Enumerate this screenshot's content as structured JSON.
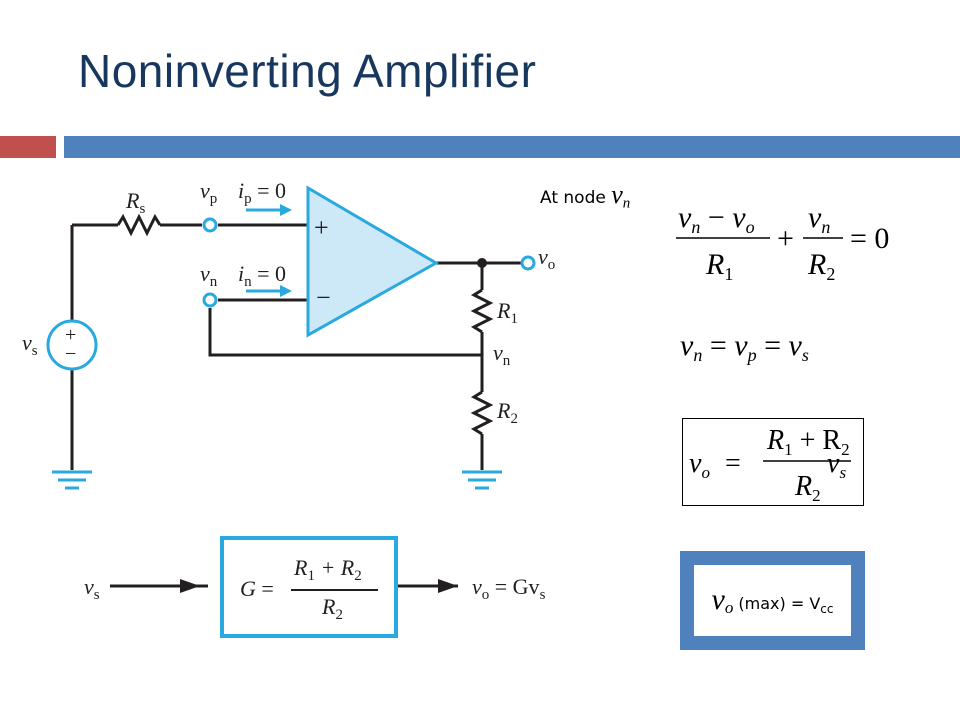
{
  "slide": {
    "title": "Noninverting Amplifier",
    "accent_red": "#c0504d",
    "accent_blue": "#4f81bd",
    "title_color": "#17375e"
  },
  "circuit": {
    "rs_label": "R",
    "rs_sub": "s",
    "vp_label": "v",
    "vp_sub": "p",
    "ip_label": "i",
    "ip_sub": "p",
    "ip_val": " = 0",
    "vn_label": "v",
    "vn_sub": "n",
    "in_label": "i",
    "in_sub": "n",
    "in_val": " = 0",
    "plus_sign": "+",
    "minus_sign": "−",
    "vs_label": "v",
    "vs_sub": "s",
    "source_plus": "+",
    "source_minus": "−",
    "vo_label": "v",
    "vo_sub": "o",
    "r1_label": "R",
    "r1_sub": "1",
    "r2_label": "R",
    "r2_sub": "2",
    "node_label": "v",
    "node_sub": "n",
    "wire_color": "#231f20",
    "terminal_color": "#29a9e0",
    "opamp_fill": "#cde8f6"
  },
  "block": {
    "in_label": "v",
    "in_sub": "s",
    "g_label": "G =",
    "numerator": "R",
    "num_sub1": "1",
    "num_plus": " + R",
    "num_sub2": "2",
    "denominator": "R",
    "den_sub": "2",
    "out_label": "v",
    "out_sub": "o",
    "out_eq": " = Gv",
    "out_sub2": "s",
    "box_color": "#29a9e0"
  },
  "equations": {
    "at_node_text": "At node ",
    "at_node_var": "v",
    "at_node_sub": "n",
    "kcl": {
      "t1_num_a": "v",
      "t1_num_a_sub": "n",
      "t1_minus": " − ",
      "t1_num_b": "v",
      "t1_num_b_sub": "o",
      "t1_den": "R",
      "t1_den_sub": "1",
      "plus": "+",
      "t2_num": "v",
      "t2_num_sub": "n",
      "t2_den": "R",
      "t2_den_sub": "2",
      "eq_zero": "= 0"
    },
    "equal_line": {
      "a": "v",
      "a_sub": "n",
      "eq1": " = ",
      "b": "v",
      "b_sub": "p",
      "eq2": " = ",
      "c": "v",
      "c_sub": "s"
    },
    "vo_result": {
      "lhs": "v",
      "lhs_sub": "o",
      "eq": "=",
      "num": "R",
      "num_sub1": "1",
      "num_plus": " + R",
      "num_sub2": "2",
      "den": "R",
      "den_sub": "2",
      "tail": "v",
      "tail_sub": "s"
    },
    "vmax": {
      "v": "v",
      "v_sub": "o",
      "mid": " (max) = V",
      "cc": "cc"
    }
  }
}
